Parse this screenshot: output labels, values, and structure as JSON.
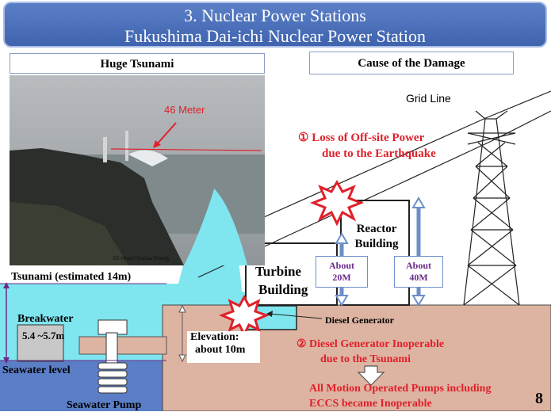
{
  "title": {
    "line1": "3. Nuclear Power Stations",
    "line2": "Fukushima Dai-ichi Nuclear Power Station"
  },
  "labels": {
    "huge_tsunami": "Huge Tsunami",
    "cause": "Cause of the Damage",
    "meter46": "46 Meter",
    "photo_credit": "GE Hitachi Nuclear Energy",
    "grid_line": "Grid Line",
    "loss_line1": "①  Loss of Off-site Power",
    "loss_line2": "due to the Earthquake",
    "reactor_line1": "Reactor",
    "reactor_line2": "Building",
    "turbine_line1": "Turbine",
    "turbine_line2": "Building",
    "about20_line1": "About",
    "about20_line2": "20M",
    "about40_line1": "About",
    "about40_line2": "40M",
    "tsunami_est": "Tsunami (estimated 14m)",
    "breakwater": "Breakwater",
    "breakwater_h": "5.4 ~5.7m",
    "seawater_level": "Seawater level",
    "seawater_pump": "Seawater Pump",
    "elevation_line1": "Elevation:",
    "elevation_line2": "about 10m",
    "diesel_gen": "Diesel Generator",
    "dg_line1": "②  Diesel Generator Inoperable",
    "dg_line2": "due to the Tsunami",
    "pumps_line1": "All Motion Operated Pumps including",
    "pumps_line2": "ECCS became Inoperable",
    "page_number": "8"
  },
  "colors": {
    "sea": "#5b7ec6",
    "tsunami": "#7fe6f0",
    "ground": "#ddb4a2",
    "banner": "#4a6cb5",
    "red": "#e0202a"
  }
}
